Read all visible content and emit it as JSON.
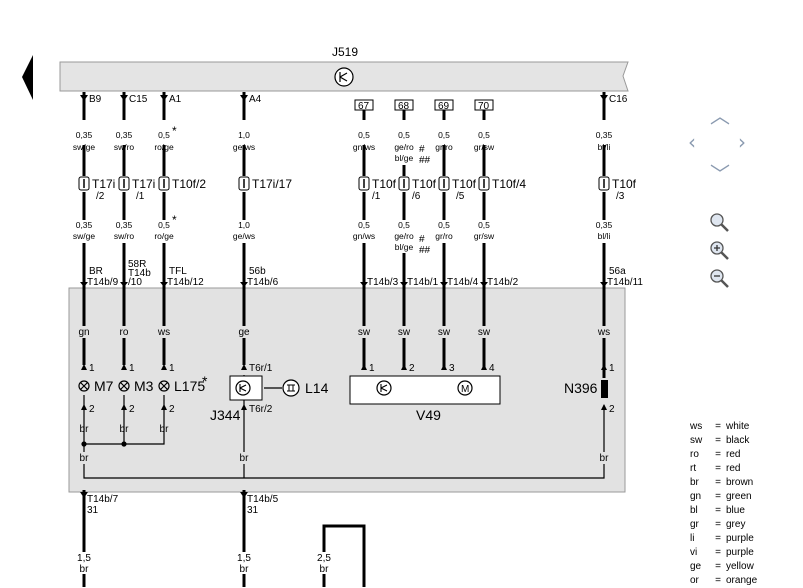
{
  "header": {
    "component": "J519"
  },
  "pins_top": [
    {
      "id": "B9",
      "wire": "0,35",
      "color": "sw/ge",
      "conn": "T17i",
      "conn_pin": "/2",
      "wire2": "0,35",
      "color2": "sw/ge",
      "signal": "BR",
      "term": "T14b/9",
      "inner": "gn",
      "load_pin_top": "1",
      "load_pin_bot": "2",
      "load": "M7",
      "load_color": "br"
    },
    {
      "id": "C15",
      "wire": "0,35",
      "color": "sw/ro",
      "conn": "T17i",
      "conn_pin": "/1",
      "wire2": "0,35",
      "color2": "sw/ro",
      "signal": "58R\nT14b",
      "term": "/10",
      "inner": "ro",
      "load_pin_top": "1",
      "load_pin_bot": "2",
      "load": "M3",
      "load_color": "br"
    },
    {
      "id": "A1",
      "wire": "0,5",
      "star": "*",
      "color": "ro/ge",
      "conn": "T10f/2",
      "conn_pin": "",
      "wire2": "0,5",
      "color2": "ro/ge",
      "signal": "TFL",
      "term": "T14b/12",
      "inner": "ws",
      "load_pin_top": "1",
      "load_pin_bot": "2",
      "load": "L175",
      "load_star": "*",
      "load_color": "br"
    },
    {
      "id": "A4",
      "wire": "1,0",
      "color": "ge/ws",
      "conn": "T17i/17",
      "wire2": "1,0",
      "color2": "ge/ws",
      "signal": "56b",
      "term": "T14b/6",
      "inner": "ge"
    }
  ],
  "boxed_refs": [
    "67",
    "68",
    "69",
    "70"
  ],
  "v49_wires": [
    {
      "wire": "0,5",
      "color": "gn/ws",
      "conn": "T10f",
      "conn_pin": "/1",
      "term": "T14b/3",
      "inner": "sw",
      "pin": "1"
    },
    {
      "wire": "0,5",
      "color": "ge/ro",
      "color_b": "bl/ge",
      "hash": "#",
      "hash2": "##",
      "conn": "T10f",
      "conn_pin": "/6",
      "term": "T14b/1",
      "inner": "sw",
      "pin": "2"
    },
    {
      "wire": "0,5",
      "color": "gr/ro",
      "conn": "T10f",
      "conn_pin": "/5",
      "term": "T14b/4",
      "inner": "sw",
      "pin": "3"
    },
    {
      "wire": "0,5",
      "color": "gr/sw",
      "conn": "T10f/4",
      "conn_pin": "",
      "term": "T14b/2",
      "inner": "sw",
      "pin": "4"
    }
  ],
  "c16": {
    "id": "C16",
    "wire": "0,35",
    "color": "bl/li",
    "conn": "T10f",
    "conn_pin": "/3",
    "signal": "56a",
    "term": "T14b/11",
    "inner": "ws",
    "pin_top": "1",
    "pin_bot": "2",
    "load": "N396",
    "load_color": "br"
  },
  "j344": {
    "label": "J344",
    "pin_top": "T6r/1",
    "pin_bot": "T6r/2",
    "lamp": "L14",
    "color": "ge",
    "bottom_color": "br"
  },
  "v49": {
    "label": "V49"
  },
  "ground_left": {
    "term": "T14b/7",
    "pin": "31",
    "wire": "1,5",
    "color": "br",
    "bus_color": "br"
  },
  "ground_mid": {
    "term": "T14b/5",
    "pin": "31",
    "wire": "1,5",
    "color": "br"
  },
  "ground_right": {
    "wire": "2,5",
    "color": "br"
  },
  "legend": [
    {
      "k": "ws",
      "v": "white"
    },
    {
      "k": "sw",
      "v": "black"
    },
    {
      "k": "ro",
      "v": "red"
    },
    {
      "k": "rt",
      "v": "red"
    },
    {
      "k": "br",
      "v": "brown"
    },
    {
      "k": "gn",
      "v": "green"
    },
    {
      "k": "bl",
      "v": "blue"
    },
    {
      "k": "gr",
      "v": "grey"
    },
    {
      "k": "li",
      "v": "purple"
    },
    {
      "k": "vi",
      "v": "purple"
    },
    {
      "k": "ge",
      "v": "yellow"
    },
    {
      "k": "or",
      "v": "orange"
    }
  ],
  "legend_eq": "=",
  "colors": {
    "module_fill": "#e2e2e2",
    "ecu_fill": "#e4e4e4",
    "nav": "#8a9ab0"
  },
  "icons": [
    "back-arrow-icon",
    "nav-up-icon",
    "nav-left-icon",
    "nav-right-icon",
    "nav-down-icon",
    "zoom-icon",
    "zoom-in-icon",
    "zoom-out-icon"
  ]
}
